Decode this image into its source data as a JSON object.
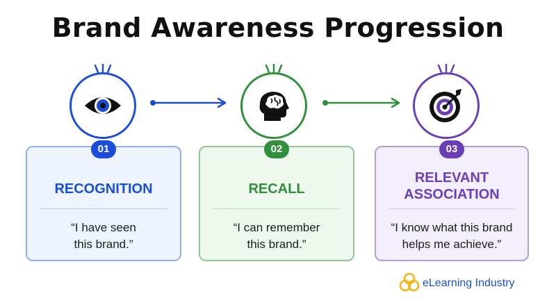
{
  "title": "Brand Awareness Progression",
  "steps": [
    {
      "number": "01",
      "heading": "RECOGNITION",
      "quote": "“I have seen\nthis brand.”",
      "icon": "eye-icon",
      "accent": "#1a4ed8",
      "card_bg": "#eef4ff"
    },
    {
      "number": "02",
      "heading": "RECALL",
      "quote": "“I can remember\nthis brand.”",
      "icon": "brain-head-icon",
      "accent": "#2f8f3a",
      "card_bg": "#eef8ee"
    },
    {
      "number": "03",
      "heading": "RELEVANT\nASSOCIATION",
      "quote": "“I know what this brand\nhelps me achieve.”",
      "icon": "target-icon",
      "accent": "#6a3fb5",
      "card_bg": "#f3eefb"
    }
  ],
  "brand": {
    "name": "eLearning Industry",
    "icon": "elearning-logo-icon",
    "logo_color": "#f2b417",
    "text_color": "#1a4ed8"
  }
}
